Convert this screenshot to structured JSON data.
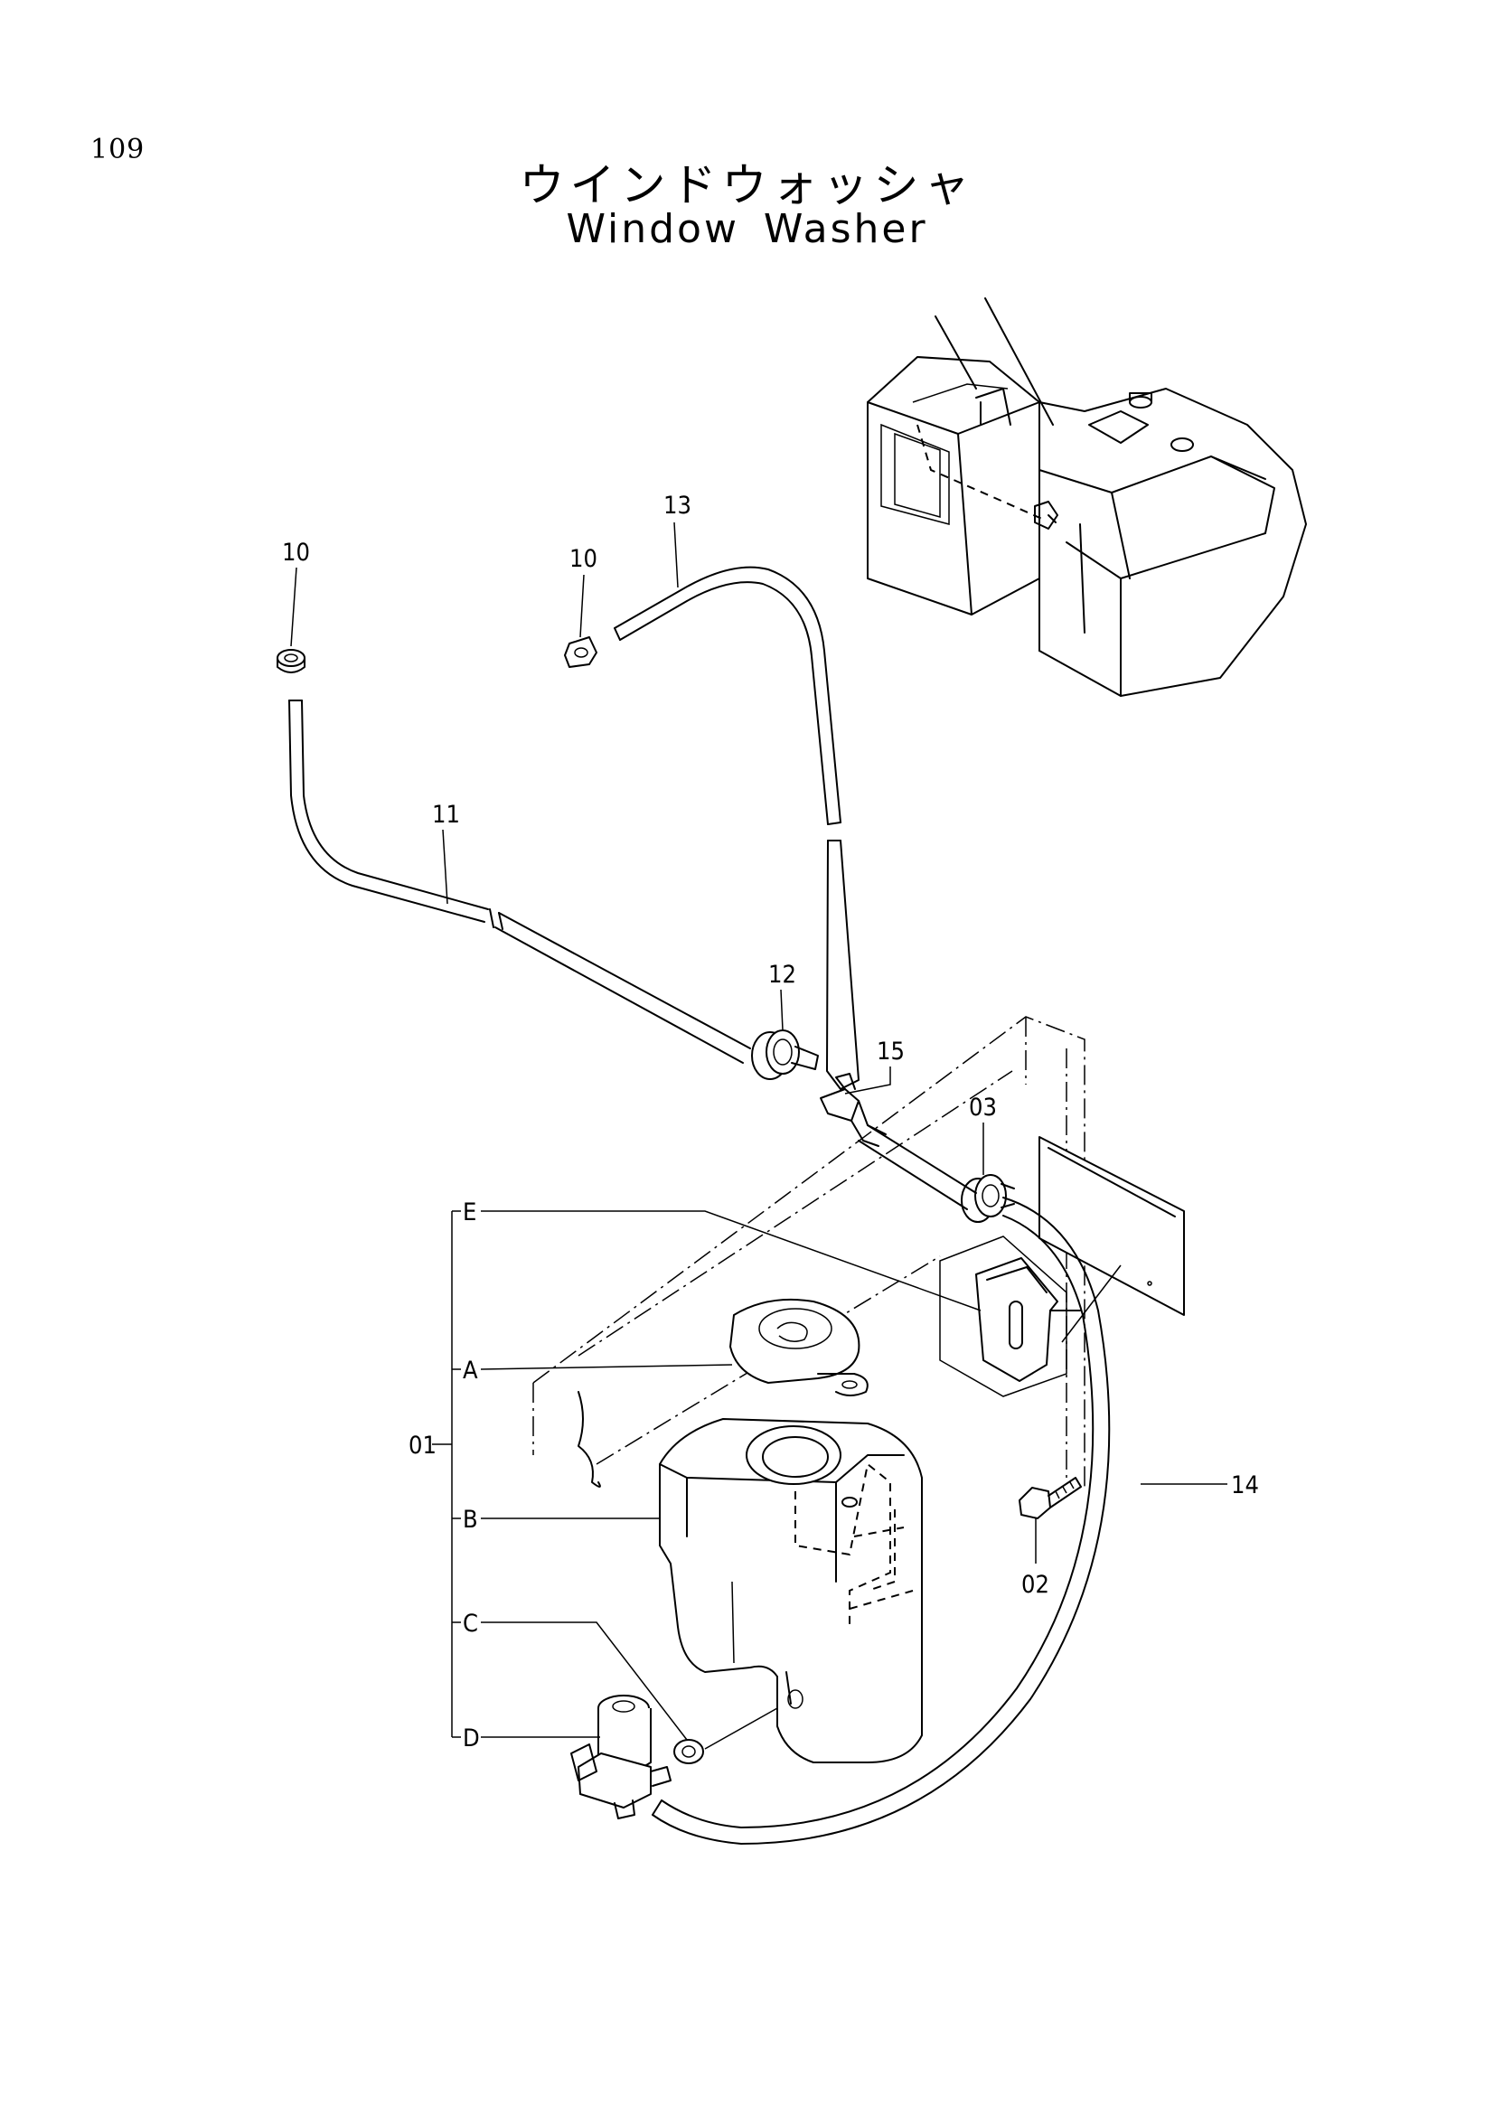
{
  "page": {
    "number": "109",
    "title_jp": "ウインドウォッシャ",
    "title_en": "Window Washer"
  },
  "callouts": {
    "c10_left": "10",
    "c10_right": "10",
    "c11": "11",
    "c12": "12",
    "c13": "13",
    "c14": "14",
    "c15": "15",
    "c03": "03",
    "c02": "02",
    "c01": "01",
    "cA": "A",
    "cB": "B",
    "cC": "C",
    "cD": "D",
    "cE": "E"
  }
}
